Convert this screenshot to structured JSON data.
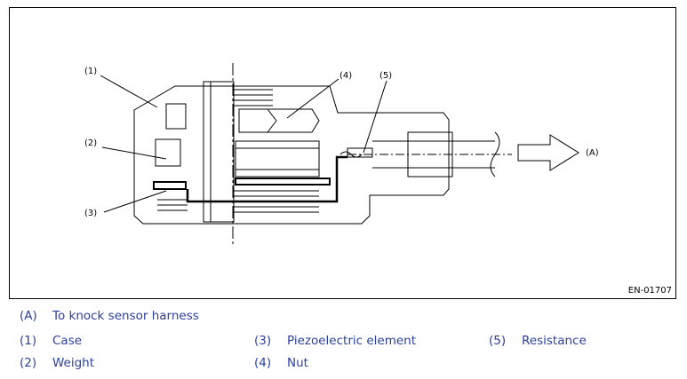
{
  "figure": {
    "code": "EN-01707",
    "callouts": {
      "c1": "(1)",
      "c2": "(2)",
      "c3": "(3)",
      "c4": "(4)",
      "c5": "(5)",
      "cA": "(A)"
    }
  },
  "legend": [
    {
      "key": "(A)",
      "label": "To knock sensor harness"
    },
    {
      "key": "(1)",
      "label": "Case"
    },
    {
      "key": "(2)",
      "label": "Weight"
    },
    {
      "key": "(3)",
      "label": "Piezoelectric element"
    },
    {
      "key": "(4)",
      "label": "Nut"
    },
    {
      "key": "(5)",
      "label": "Resistance"
    }
  ],
  "colors": {
    "legend_text": "#2a3f9e",
    "line": "#000000"
  }
}
